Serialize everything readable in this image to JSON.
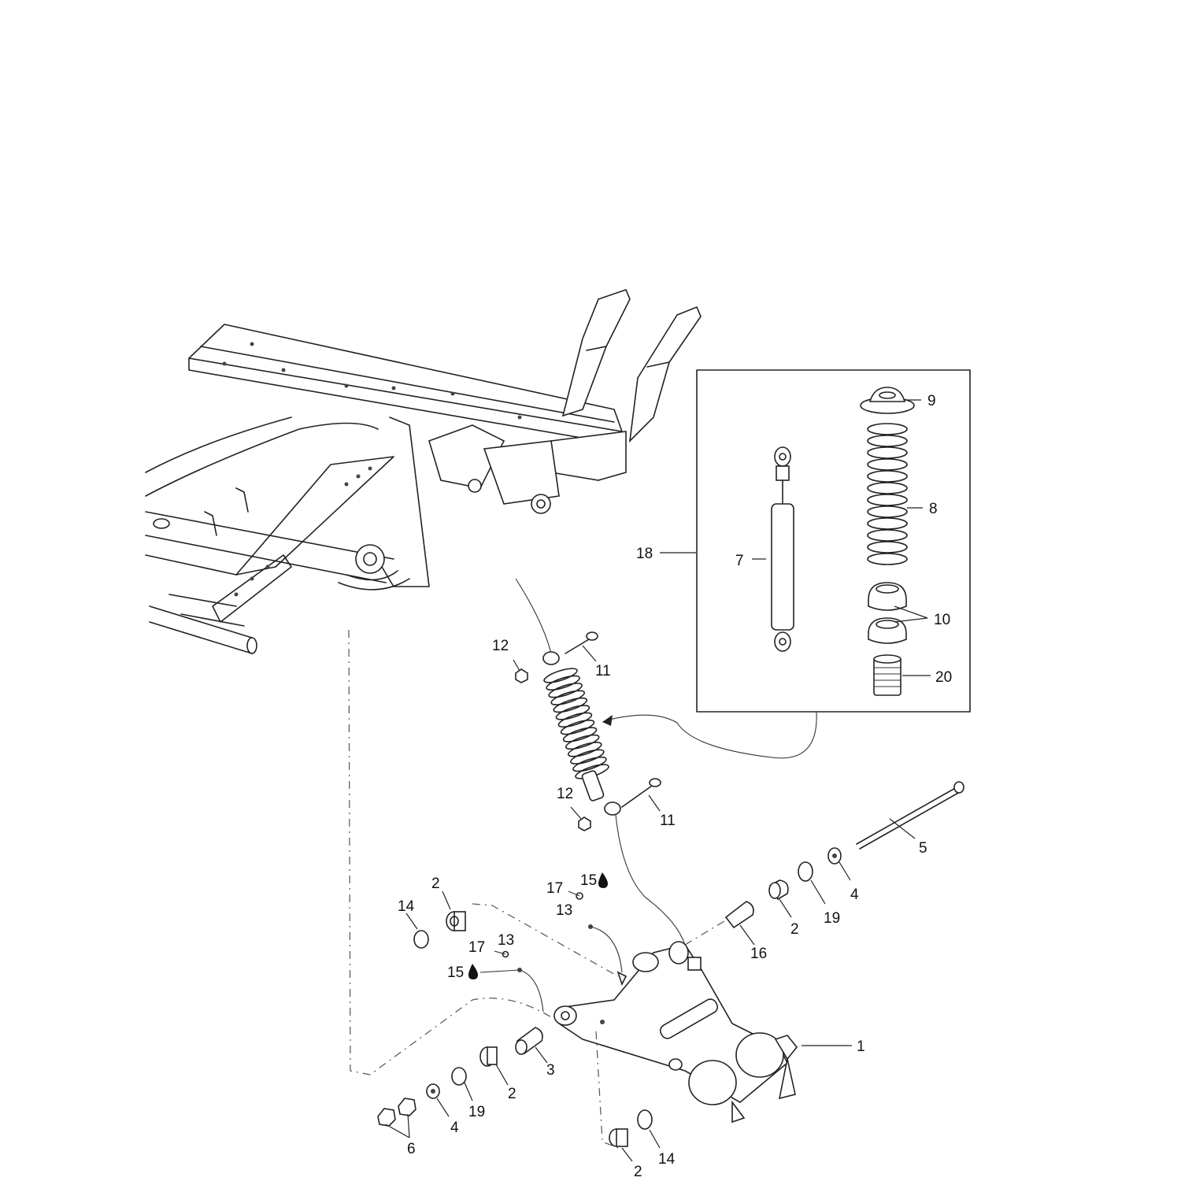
{
  "diagram": {
    "callouts": [
      {
        "id": "c9",
        "text": "9"
      },
      {
        "id": "c8",
        "text": "8"
      },
      {
        "id": "c18",
        "text": "18"
      },
      {
        "id": "c7",
        "text": "7"
      },
      {
        "id": "c10",
        "text": "10"
      },
      {
        "id": "c20",
        "text": "20"
      },
      {
        "id": "c12a",
        "text": "12"
      },
      {
        "id": "c11a",
        "text": "11"
      },
      {
        "id": "c12b",
        "text": "12"
      },
      {
        "id": "c11b",
        "text": "11"
      },
      {
        "id": "c5",
        "text": "5"
      },
      {
        "id": "c4a",
        "text": "4"
      },
      {
        "id": "c19a",
        "text": "19"
      },
      {
        "id": "c2a",
        "text": "2"
      },
      {
        "id": "c16",
        "text": "16"
      },
      {
        "id": "c17a",
        "text": "17"
      },
      {
        "id": "c15a",
        "text": "15"
      },
      {
        "id": "c13a",
        "text": "13"
      },
      {
        "id": "c2b",
        "text": "2"
      },
      {
        "id": "c14a",
        "text": "14"
      },
      {
        "id": "c17b",
        "text": "17"
      },
      {
        "id": "c13b",
        "text": "13"
      },
      {
        "id": "c15b",
        "text": "15"
      },
      {
        "id": "c1",
        "text": "1"
      },
      {
        "id": "c3",
        "text": "3"
      },
      {
        "id": "c2c",
        "text": "2"
      },
      {
        "id": "c19b",
        "text": "19"
      },
      {
        "id": "c4b",
        "text": "4"
      },
      {
        "id": "c6",
        "text": "6"
      },
      {
        "id": "c2d",
        "text": "2"
      },
      {
        "id": "c14b",
        "text": "14"
      }
    ]
  }
}
